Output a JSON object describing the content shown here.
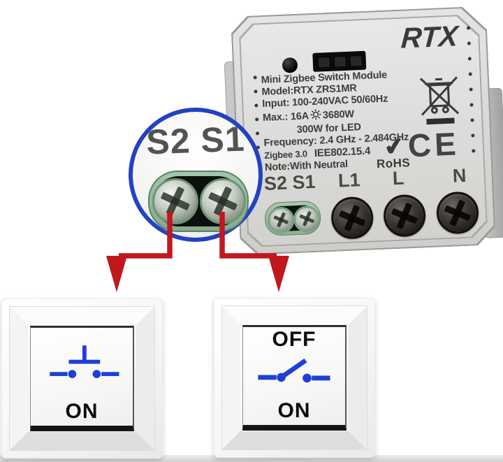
{
  "module": {
    "brand": "RTX",
    "specs": {
      "title": "Mini Zigbee Switch Module",
      "model": "Model:RTX ZRS1MR",
      "input": "Input: 100-240VAC 50/60Hz",
      "max_prefix": "Max.: 16A",
      "max_suffix": "3680W",
      "led": "300W for LED",
      "frequency": "Frequency: 2.4 GHz - 2.484GHz",
      "zigbee": "Zigbee 3.0",
      "standard": "IEE802.15.4",
      "note": "Note:With Neutral"
    },
    "certs": {
      "rohs": "RoHS",
      "check": "✔",
      "ce": "CE"
    },
    "terminals": {
      "s2s1": "S2 S1",
      "l1": "L1",
      "l": "L",
      "n": "N"
    }
  },
  "callout": {
    "label": "S2 S1"
  },
  "switch_momentary": {
    "on": "ON"
  },
  "switch_toggle": {
    "off": "OFF",
    "on": "ON"
  },
  "colors": {
    "circle_blue": "#2342c2",
    "arrow_red": "#c1171f",
    "symbol_blue": "#1e40d8",
    "terminal_green": "#9cc2a3",
    "module_text": "#3c3b39"
  }
}
